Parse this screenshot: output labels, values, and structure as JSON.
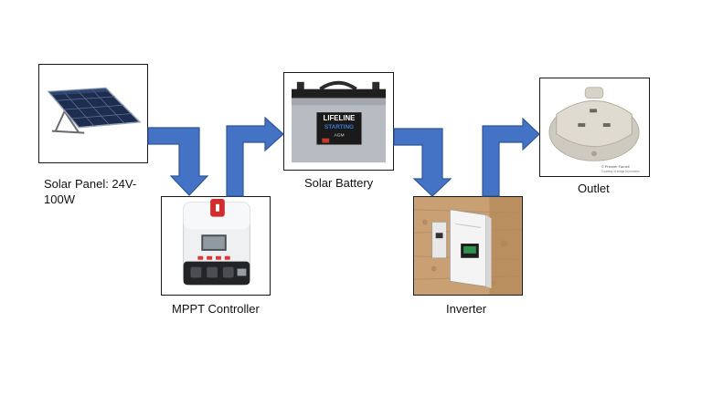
{
  "diagram": {
    "nodes": [
      {
        "id": "solar-panel",
        "label": "Solar Panel: 24V-100W"
      },
      {
        "id": "mppt-controller",
        "label": "MPPT Controller"
      },
      {
        "id": "solar-battery",
        "label": "Solar Battery"
      },
      {
        "id": "inverter",
        "label": "Inverter"
      },
      {
        "id": "outlet",
        "label": "Outlet"
      }
    ],
    "edges": [
      {
        "from": "solar-panel",
        "to": "mppt-controller"
      },
      {
        "from": "mppt-controller",
        "to": "solar-battery"
      },
      {
        "from": "solar-battery",
        "to": "inverter"
      },
      {
        "from": "inverter",
        "to": "outlet"
      }
    ],
    "battery_brand": "LIFELINE",
    "battery_subbrand": "STARTING",
    "battery_type": "AGM",
    "outlet_credit": "© Premier Farnell",
    "outlet_credit_note": "Courtesy of image to premiers",
    "colors": {
      "arrow_fill": "#4472c4",
      "arrow_stroke": "#2f5597",
      "frame_border": "#1a1a1a"
    },
    "icons": [
      "solar-panel-photo",
      "mppt-controller-photo",
      "battery-photo",
      "inverter-photo",
      "uk-socket-photo"
    ]
  }
}
